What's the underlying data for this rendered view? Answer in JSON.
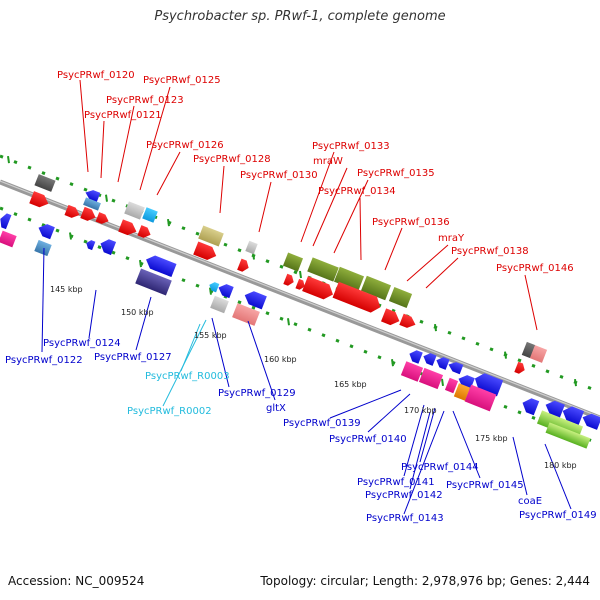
{
  "title": "Psychrobacter sp. PRwf-1, complete genome",
  "footer": {
    "accession": "Accession: NC_009524",
    "summary": "Topology: circular; Length: 2,978,976 bp; Genes: 2,444"
  },
  "colors": {
    "forward_label": "#dd0000",
    "reverse_label": "#0000cc",
    "rna_label": "#22bbdd",
    "forward_gene": "#ee1111",
    "reverse_gene": "#1111ee",
    "backbone": "#888888",
    "tick": "#229922"
  },
  "scale_labels": [
    "145 kbp",
    "150 kbp",
    "155 kbp",
    "160 kbp",
    "165 kbp",
    "170 kbp",
    "175 kbp",
    "180 kbp"
  ],
  "gene_labels": {
    "forward": [
      "PsycPRwf_0120",
      "PsycPRwf_0125",
      "PsycPRwf_0123",
      "PsycPRwf_0121",
      "PsycPRwf_0126",
      "PsycPRwf_0128",
      "PsycPRwf_0130",
      "PsycPRwf_0133",
      "mraW",
      "PsycPRwf_0135",
      "PsycPRwf_0134",
      "PsycPRwf_0136",
      "mraY",
      "PsycPRwf_0138",
      "PsycPRwf_0146"
    ],
    "reverse": [
      "PsycPRwf_0124",
      "PsycPRwf_0122",
      "PsycPRwf_0127",
      "PsycPRwf_0129",
      "gltX",
      "PsycPRwf_0139",
      "PsycPRwf_0140",
      "PsycPRwf_0144",
      "PsycPRwf_0141",
      "PsycPRwf_0145",
      "PsycPRwf_0142",
      "PsycPRwf_0143",
      "coaE",
      "PsycPRwf_0149"
    ],
    "rna": [
      "PsycPRwf_R0003",
      "PsycPRwf_R0002"
    ]
  }
}
